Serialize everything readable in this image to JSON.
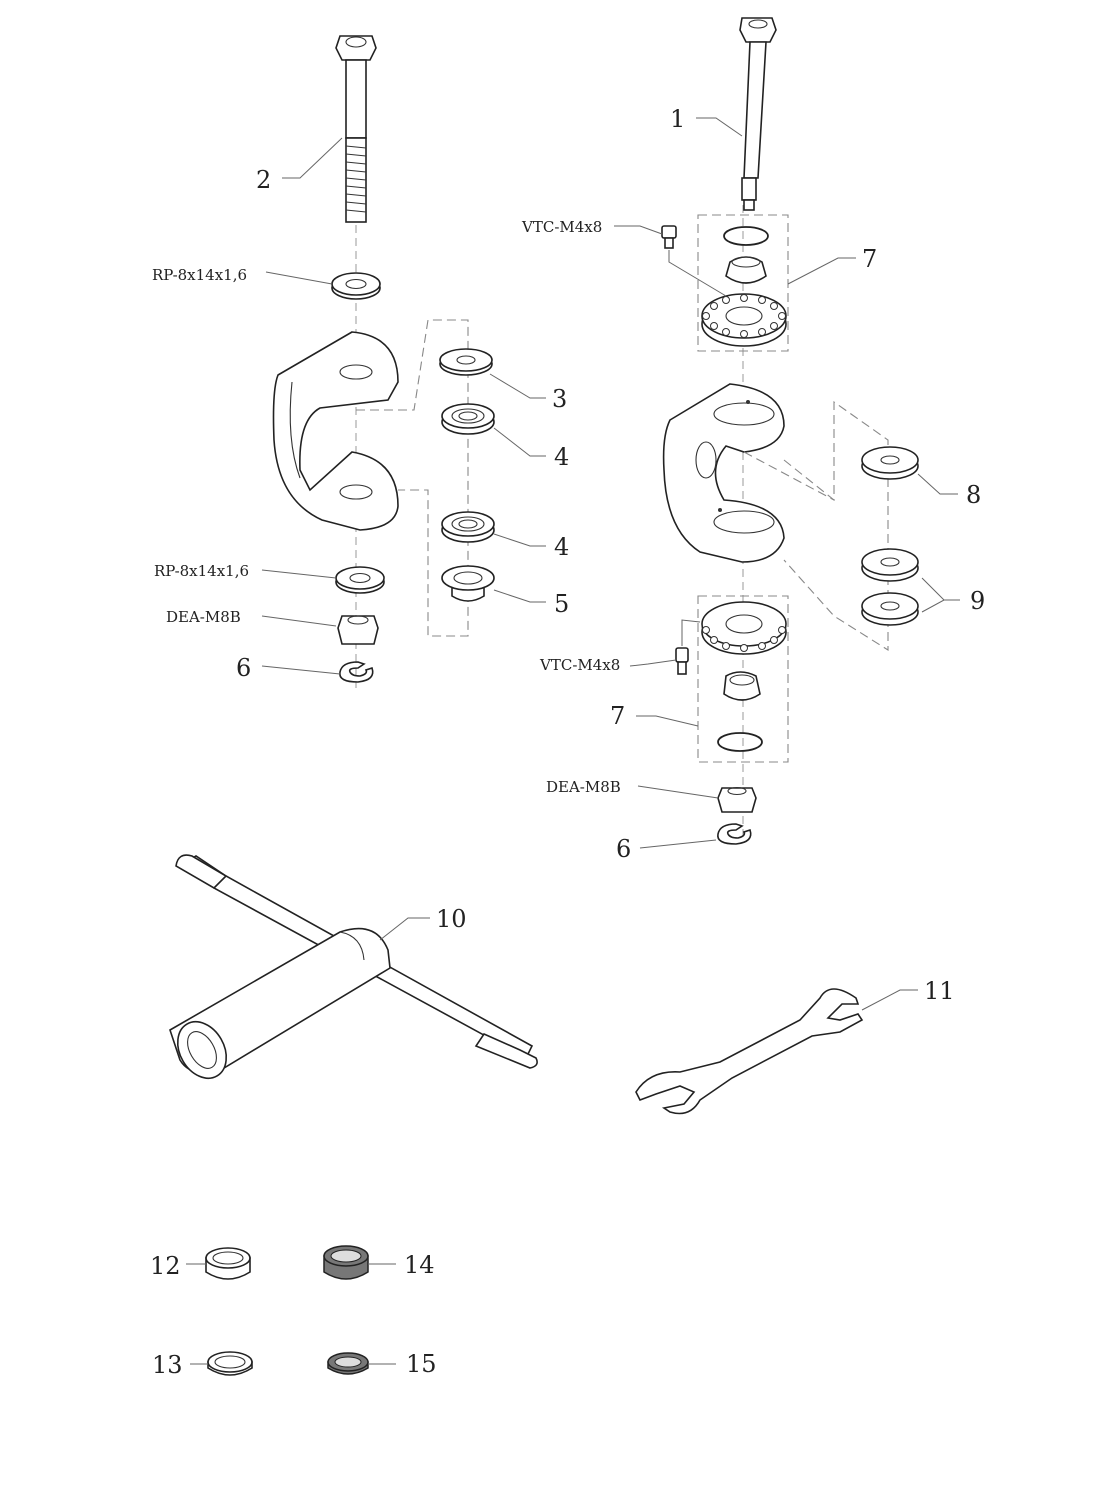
{
  "callouts": {
    "c1": "1",
    "c2": "2",
    "c3": "3",
    "c4a": "4",
    "c4b": "4",
    "c5": "5",
    "c6a": "6",
    "c6b": "6",
    "c7a": "7",
    "c7b": "7",
    "c8": "8",
    "c9": "9",
    "c10": "10",
    "c11": "11",
    "c12": "12",
    "c13": "13",
    "c14": "14",
    "c15": "15"
  },
  "codes": {
    "washer_top": "RP-8x14x1,6",
    "washer_bottom": "RP-8x14x1,6",
    "nut_left": "DEA-M8B",
    "nut_right": "DEA-M8B",
    "screw_top": "VTC-M4x8",
    "screw_bottom": "VTC-M4x8"
  }
}
